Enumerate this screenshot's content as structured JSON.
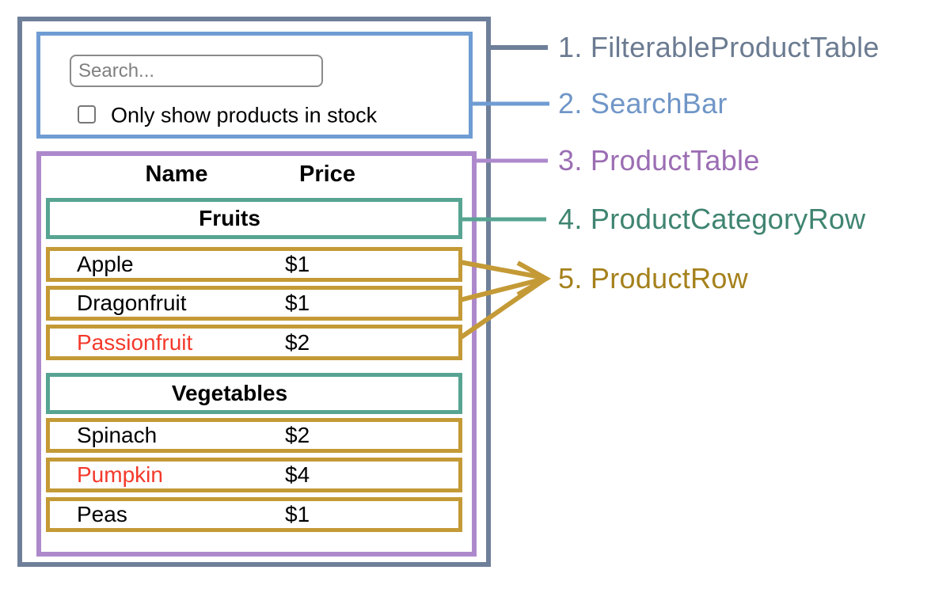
{
  "title": "FilterableProductTable component hierarchy diagram",
  "search_bar": {
    "placeholder": "Search...",
    "checkbox_label": "Only show products in stock",
    "checkbox_checked": false
  },
  "table": {
    "name_header": "Name",
    "price_header": "Price",
    "sections": [
      {
        "category": "Fruits",
        "rows": [
          {
            "name": "Apple",
            "price": "$1",
            "stocked": true
          },
          {
            "name": "Dragonfruit",
            "price": "$1",
            "stocked": true
          },
          {
            "name": "Passionfruit",
            "price": "$2",
            "stocked": false
          }
        ]
      },
      {
        "category": "Vegetables",
        "rows": [
          {
            "name": "Spinach",
            "price": "$2",
            "stocked": true
          },
          {
            "name": "Pumpkin",
            "price": "$4",
            "stocked": false
          },
          {
            "name": "Peas",
            "price": "$1",
            "stocked": true
          }
        ]
      }
    ]
  },
  "legend": [
    {
      "text": "1. FilterableProductTable",
      "color": "#6b7b91"
    },
    {
      "text": "2. SearchBar",
      "color": "#7096c7"
    },
    {
      "text": "3. ProductTable",
      "color": "#9b6db3"
    },
    {
      "text": "4. ProductCategoryRow",
      "color": "#3f8471"
    },
    {
      "text": "5. ProductRow",
      "color": "#a5811c"
    }
  ],
  "colors": {
    "filterable_product_table_border": "#6e7f99",
    "search_bar_border": "#6f9cd3",
    "product_table_border": "#ad89cc",
    "product_category_row_border": "#57a492",
    "product_row_border": "#c49a36",
    "out_of_stock_text": "#f4392b",
    "text": "#000000",
    "background": "#ffffff"
  }
}
